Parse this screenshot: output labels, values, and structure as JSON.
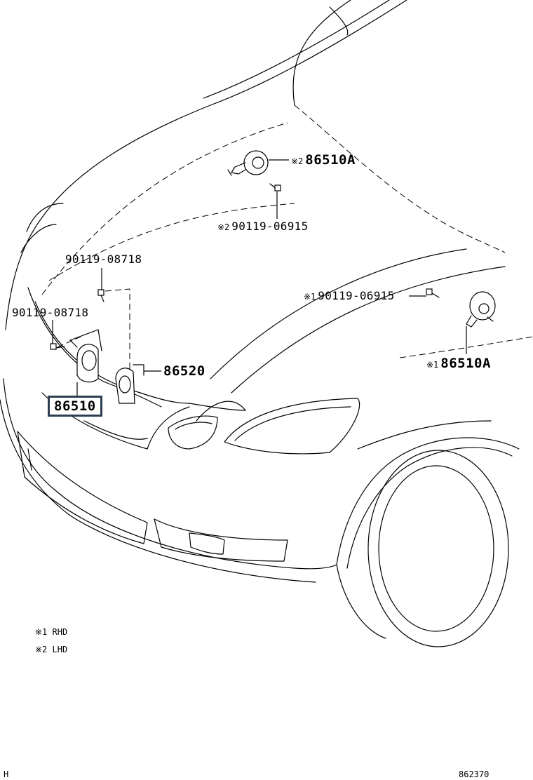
{
  "callouts": {
    "horn_lhd": {
      "mark": "※2",
      "part": "86510A"
    },
    "bolt_lhd": {
      "mark": "※2",
      "part": "90119-06915"
    },
    "bolt_left_upper": {
      "part": "90119-08718"
    },
    "bolt_left_lower": {
      "part": "90119-08718"
    },
    "bolt_rhd": {
      "mark": "※1",
      "part": "90119-06915"
    },
    "horn_rhd": {
      "mark": "※1",
      "part": "86510A"
    },
    "bracket": {
      "part": "86520"
    },
    "horn_main": {
      "part": "86510"
    }
  },
  "legend": [
    {
      "mark": "※1",
      "text": "RHD"
    },
    {
      "mark": "※2",
      "text": "LHD"
    }
  ],
  "footer": {
    "left": "H",
    "right": "862370"
  },
  "highlight_color": "#2c3e50"
}
